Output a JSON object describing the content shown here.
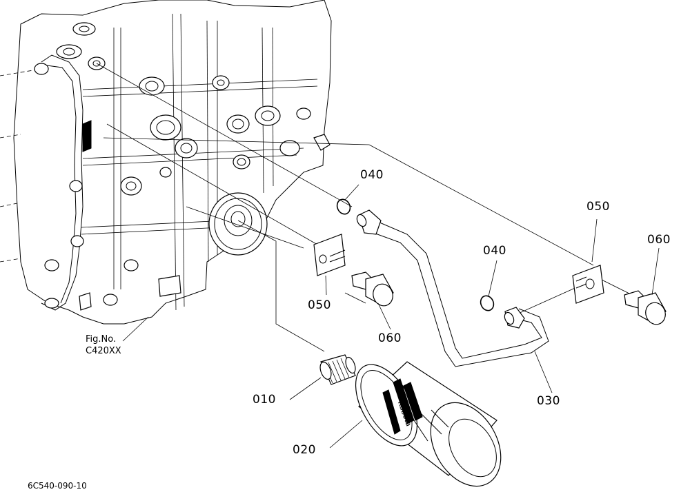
{
  "parts": [
    {
      "id": "p010",
      "label": "010"
    },
    {
      "id": "p020",
      "label": "020"
    },
    {
      "id": "p030",
      "label": "030"
    },
    {
      "id": "p040a",
      "label": "040"
    },
    {
      "id": "p040b",
      "label": "040"
    },
    {
      "id": "p050a",
      "label": "050"
    },
    {
      "id": "p050b",
      "label": "050"
    },
    {
      "id": "p060a",
      "label": "060"
    },
    {
      "id": "p060b",
      "label": "060"
    }
  ],
  "figure_ref": {
    "line1": "Fig.No.",
    "line2": "C420XX"
  },
  "drawing_number": "6C540-090-10",
  "filter_brand": "Kubota"
}
